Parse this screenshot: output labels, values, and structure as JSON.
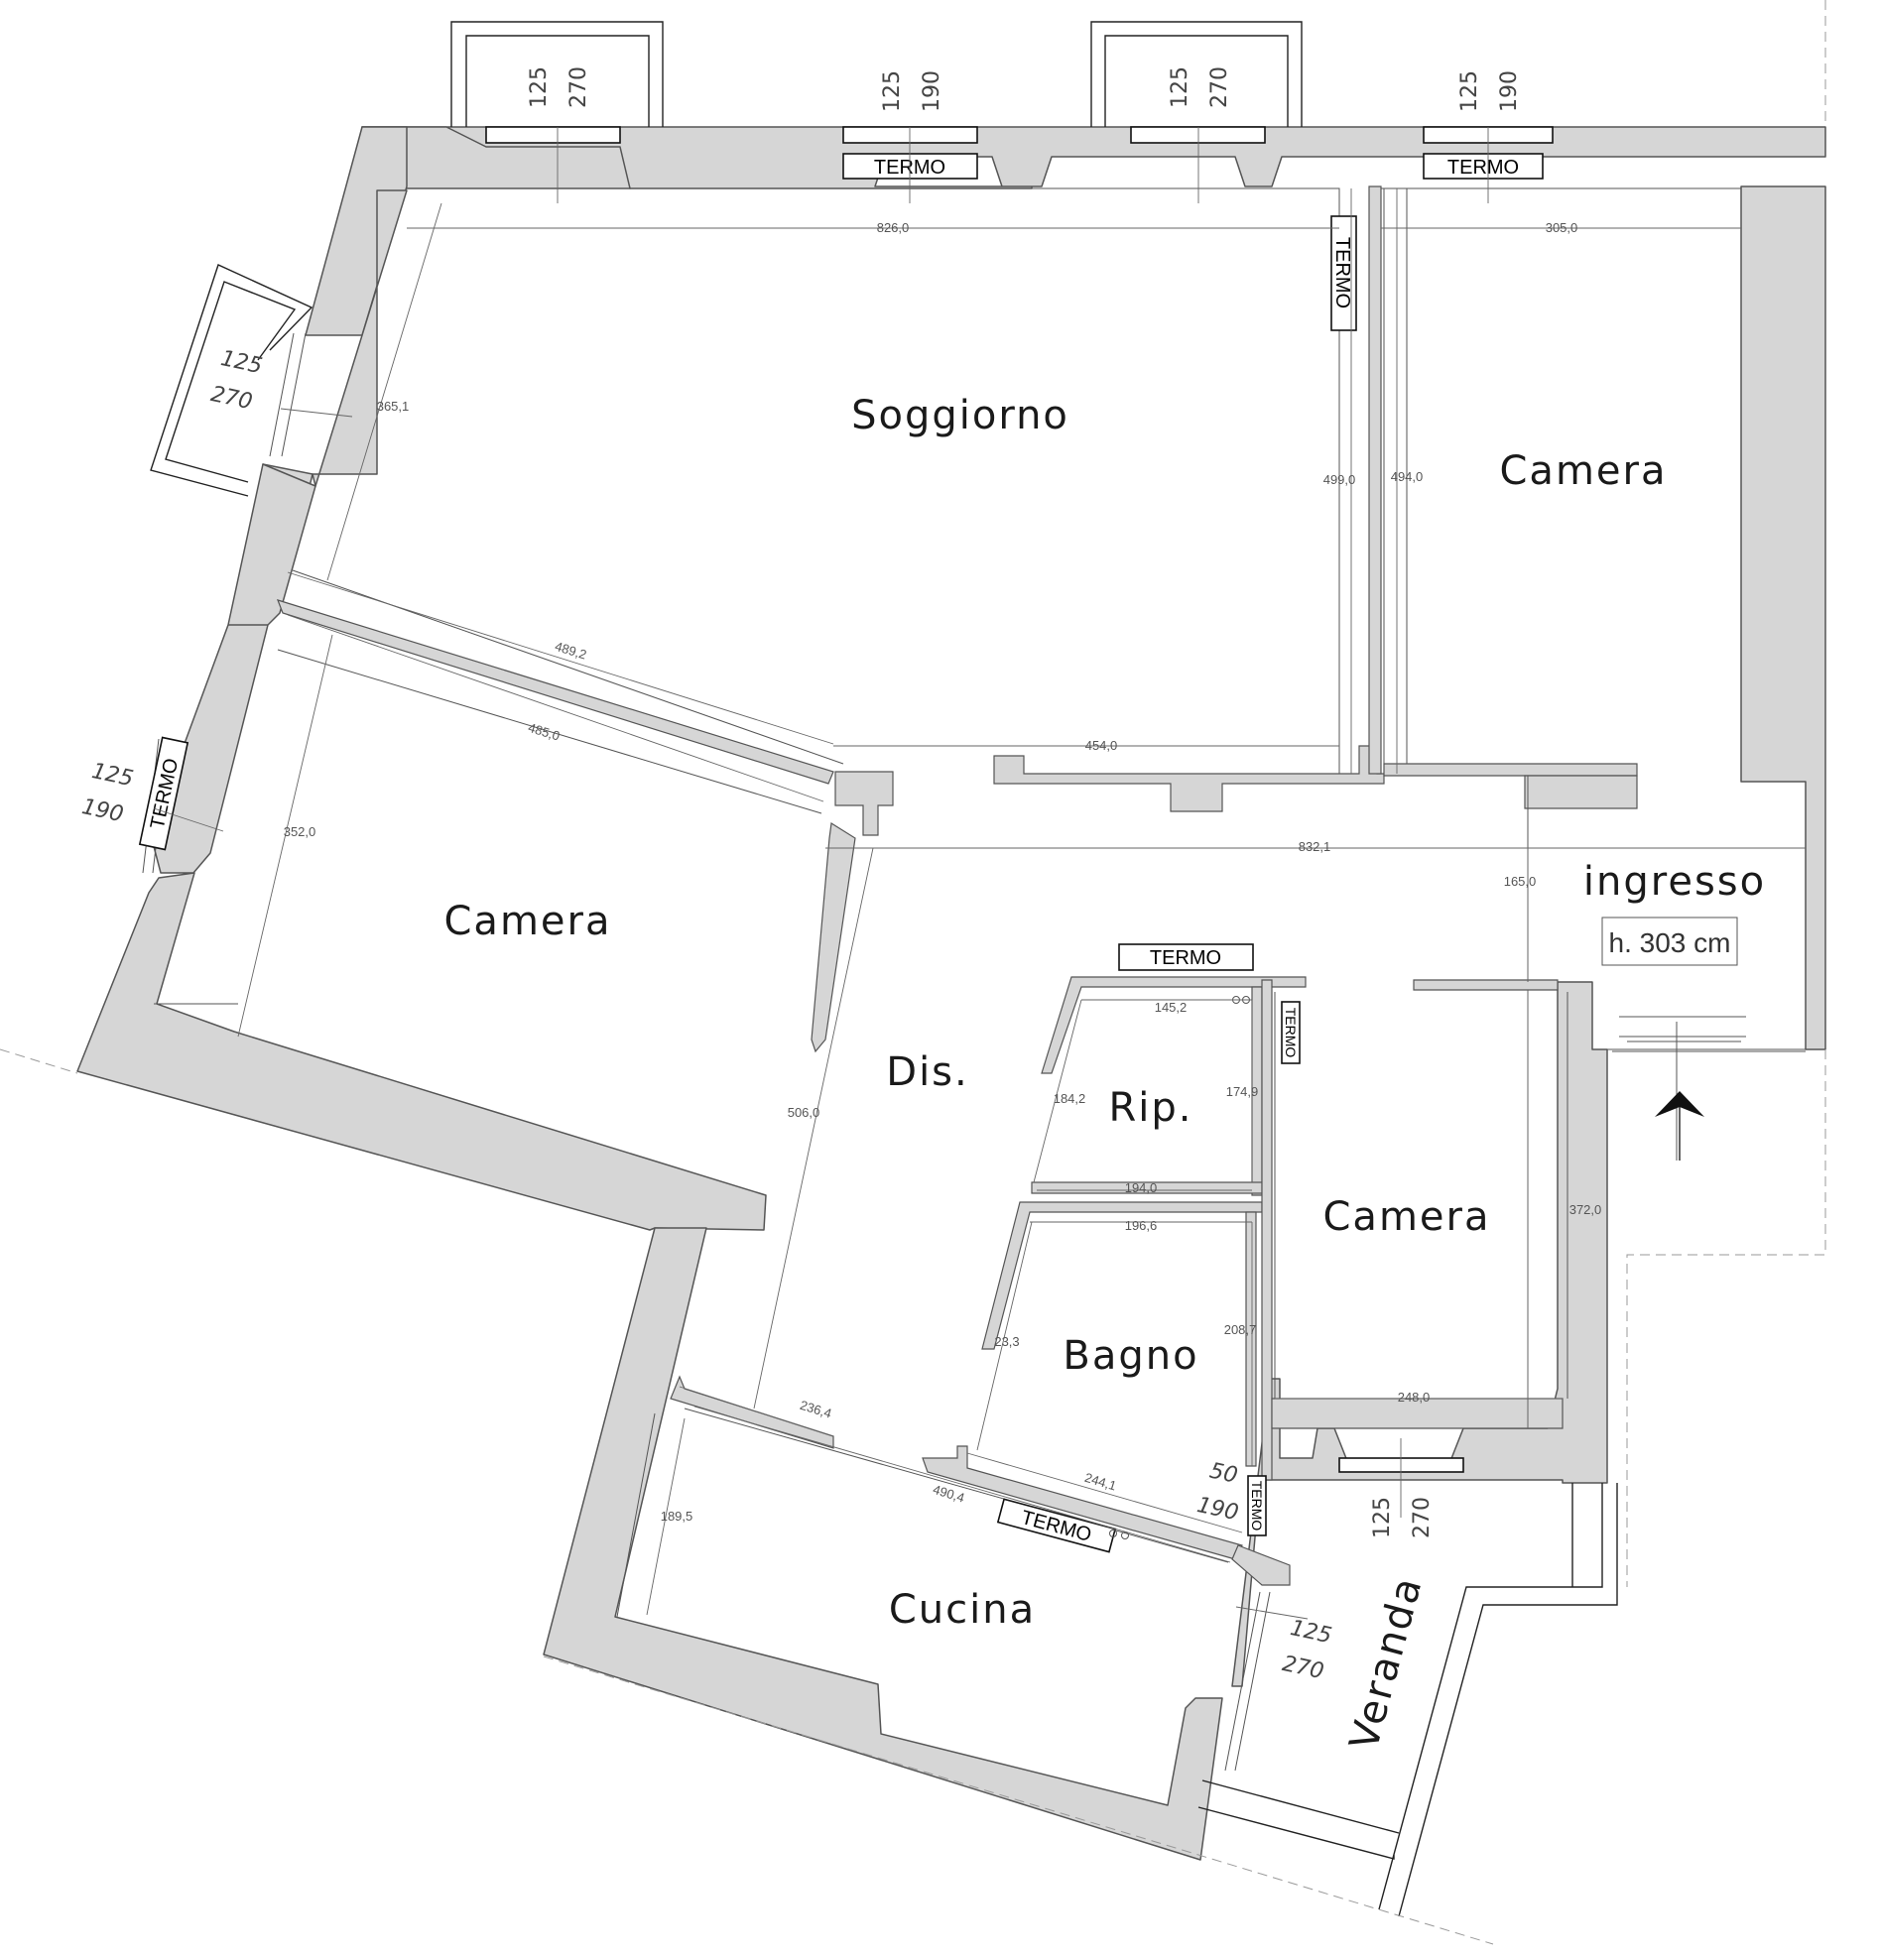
{
  "rooms": {
    "soggiorno": "Soggiorno",
    "camera_ne": "Camera",
    "camera_w": "Camera",
    "camera_se": "Camera",
    "disimpegno": "Dis.",
    "ripostiglio": "Rip.",
    "bagno": "Bagno",
    "cucina": "Cucina",
    "veranda": "Veranda",
    "ingresso": "ingresso"
  },
  "ceiling_height": "h. 303 cm",
  "radiator_label": "TERMO",
  "windows": {
    "n1": [
      "125",
      "270"
    ],
    "n2": [
      "125",
      "190"
    ],
    "n3": [
      "125",
      "270"
    ],
    "n4": [
      "125",
      "190"
    ],
    "w1": [
      "125",
      "270"
    ],
    "w2": [
      "125",
      "190"
    ],
    "s_camera": [
      "125",
      "270"
    ],
    "bagno": [
      "50",
      "190"
    ],
    "cucina": [
      "125",
      "270"
    ]
  },
  "dimensions": {
    "soggiorno_width": "826,0",
    "camera_ne_width": "305,0",
    "soggiorno_diag": "365,1",
    "soggiorno_depth": "499,0",
    "camera_ne_depth": "494,0",
    "camera_w_top_outer": "489,2",
    "camera_w_top": "485,0",
    "camera_w_depth": "352,0",
    "soggiorno_bottom": "454,0",
    "corridor_length": "832,1",
    "ingresso_depth": "165,0",
    "rip_width": "145,2",
    "rip_diag": "184,2",
    "rip_depth": "174,9",
    "bagno_top": "194,0",
    "bagno_top2": "196,6",
    "dis_length": "506,0",
    "camera_se_depth": "372,0",
    "bagno_diag": "23,3",
    "bagno_depth": "208,7",
    "camera_se_width": "248,0",
    "cucina_wall": "236,4",
    "bagno_bottom": "244,1",
    "cucina_width": "490,4",
    "cucina_depth": "189,5"
  }
}
